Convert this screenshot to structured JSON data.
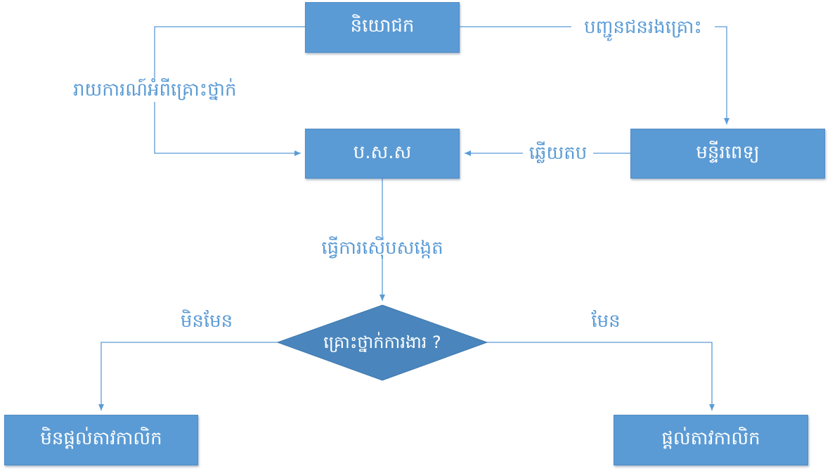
{
  "colors": {
    "box_fill": "#5b9bd5",
    "decision_fill": "#4a86bd",
    "connector": "#5b9bd5",
    "label_text": "#5b9bd5",
    "box_text": "#ffffff"
  },
  "nodes": {
    "employer": "និយោជក",
    "nssf": "ប.ស.ស",
    "hospital": "មន្ទីរពេទ្យ",
    "decision": "គ្រោះថ្នាក់ការងារ ?",
    "no_compensation": "មិនផ្តល់តាវកាលិក",
    "compensation": "ផ្តល់តាវកាលិក"
  },
  "edges": {
    "report_accident": "រាយការណ៍អំពីគ្រោះថ្នាក់",
    "send_victim": "បញ្ជូនជនរងគ្រោះ",
    "reply": "ឆ្លើយតប",
    "investigate": "ធ្វើការស៊ើបសង្កេត",
    "no": "មិនមែន",
    "yes": "មែន"
  }
}
